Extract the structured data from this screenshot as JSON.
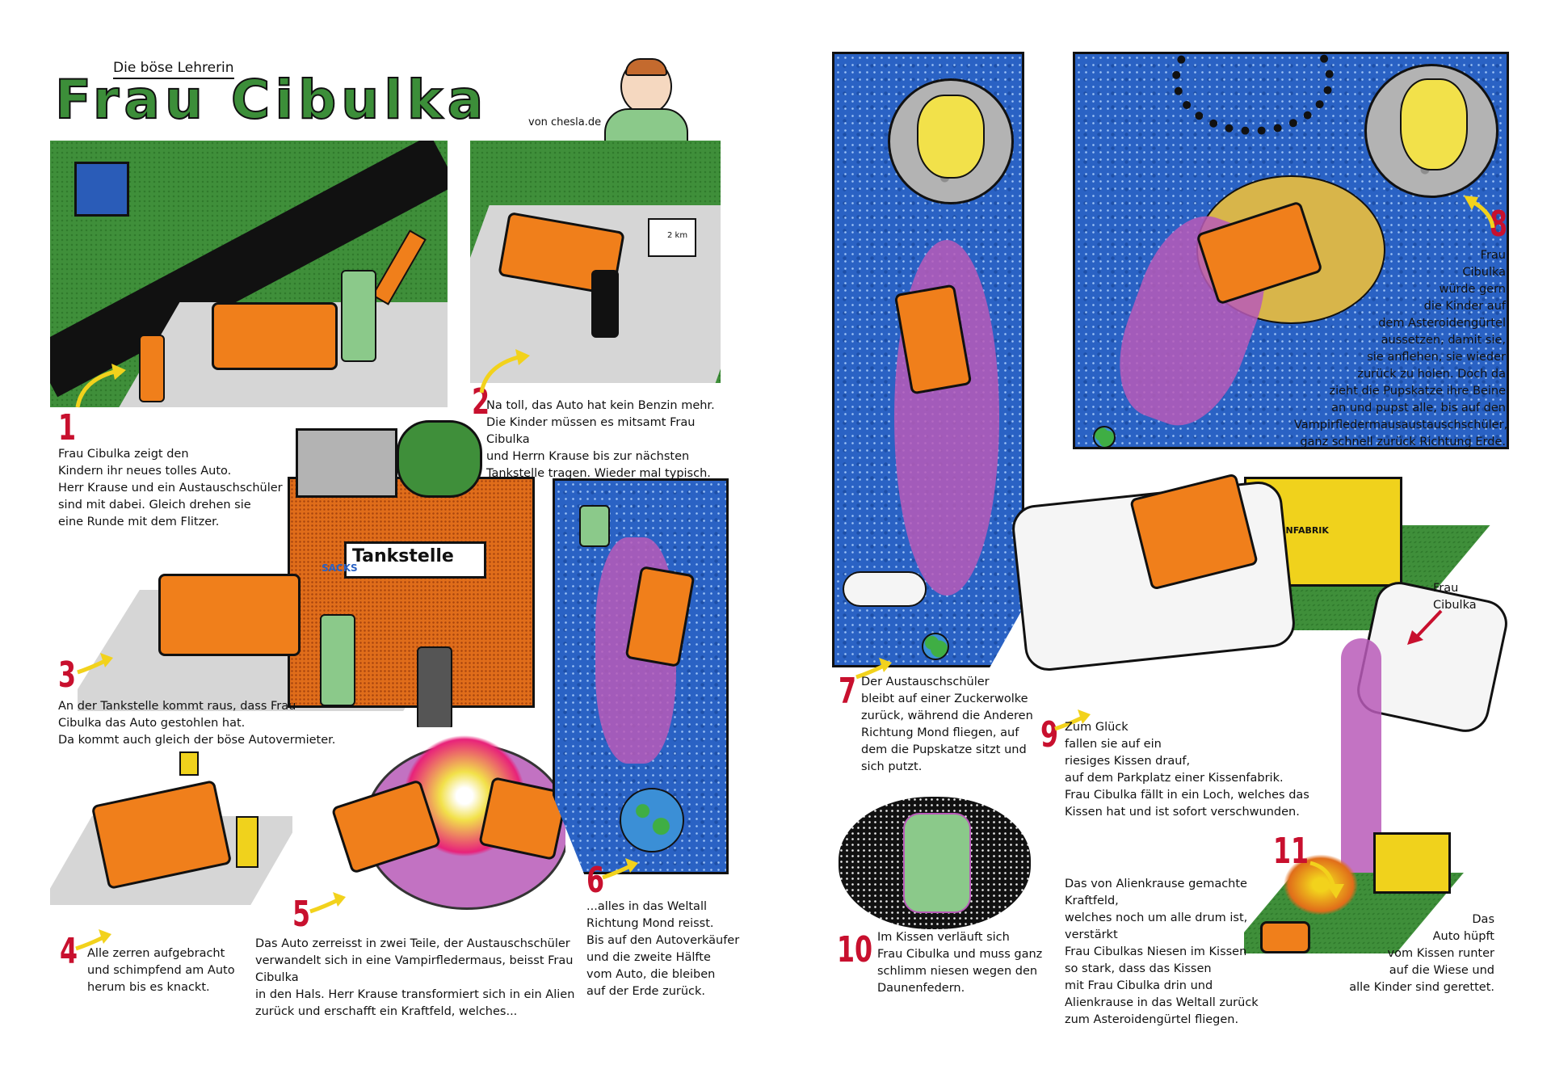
{
  "header": {
    "subtitle": "Die böse Lehrerin",
    "title": "Frau Cibulka",
    "credit": "von chesla.de"
  },
  "panels": [
    {
      "number": "1",
      "caption": "Frau Cibulka zeigt den\nKindern ihr neues tolles Auto.\nHerr Krause und ein Austauschschüler\nsind mit dabei. Gleich drehen sie\neine Runde mit dem Flitzer."
    },
    {
      "number": "2",
      "caption": "Na toll, das Auto hat kein Benzin mehr.\nDie Kinder müssen es mitsamt Frau Cibulka\nund Herrn Krause bis zur nächsten\nTankstelle tragen. Wieder mal typisch."
    },
    {
      "number": "3",
      "caption": "An der Tankstelle kommt raus, dass Frau\nCibulka das Auto gestohlen hat.\nDa kommt auch gleich der böse Autovermieter."
    },
    {
      "number": "4",
      "caption": "Alle zerren aufgebracht\nund schimpfend am Auto\nherum bis es knackt."
    },
    {
      "number": "5",
      "caption": "Das Auto zerreisst in zwei Teile, der Austauschschüler\nverwandelt sich in eine Vampirfledermaus, beisst Frau Cibulka\nin den Hals. Herr Krause transformiert sich in ein Alien\nzurück und erschafft ein Kraftfeld, welches..."
    },
    {
      "number": "6",
      "caption": "...alles in das Weltall\nRichtung Mond reisst.\nBis auf den Autoverkäufer\nund die zweite Hälfte\nvom Auto, die bleiben\nauf der Erde zurück."
    },
    {
      "number": "7",
      "caption": "Der Austauschschüler\nbleibt auf einer Zuckerwolke\nzurück, während die Anderen\nRichtung Mond fliegen, auf\ndem die Pupskatze sitzt und\nsich putzt."
    },
    {
      "number": "8",
      "caption": "Frau\nCibulka\nwürde gern\ndie Kinder auf\ndem Asteroidengürtel\naussetzen, damit sie,\nsie anflehen, sie wieder\nzurück zu holen. Doch da\nzieht die Pupskatze ihre Beine\nan und pupst alle, bis auf den\nVampirfledermausaustauschschüler,\nganz schnell zurück Richtung Erde."
    },
    {
      "number": "9",
      "caption": "Zum Glück\nfallen sie auf ein\nriesiges Kissen drauf,\nauf dem Parkplatz einer Kissenfabrik.\nFrau Cibulka fällt in ein Loch, welches das\nKissen hat und ist sofort verschwunden."
    },
    {
      "number": "10",
      "caption": "Im Kissen verläuft sich\nFrau Cibulka und muss ganz\nschlimm niesen wegen den\nDaunenfedern."
    },
    {
      "number": "11",
      "caption": "Das von Alienkrause gemachte Kraftfeld,\nwelches noch um alle drum ist, verstärkt\nFrau Cibulkas Niesen im Kissen\nso stark, dass das Kissen\nmit Frau Cibulka drin und\nAlienkrause in das Weltall zurück\nzum Asteroidengürtel fliegen."
    }
  ],
  "extra_captions": {
    "panel11_right": "Das\nAuto hüpft\nvom Kissen runter\nauf die Wiese und\nalle Kinder sind gerettet.",
    "frau_cibulka_label": "Frau\nCibulka"
  },
  "signs": {
    "tankstelle": "Tankstelle",
    "sacks": "SACKS",
    "kissenfabrik": "KISSENFABRIK",
    "road_sign_distance": "2 km"
  },
  "colors": {
    "accent_red": "#c8102e",
    "car_orange": "#f07f1b",
    "grass_green": "#3f8f3a",
    "space_blue": "#2a62c4",
    "trail_purple": "#b85ab8",
    "building_yellow": "#f0d21c"
  }
}
